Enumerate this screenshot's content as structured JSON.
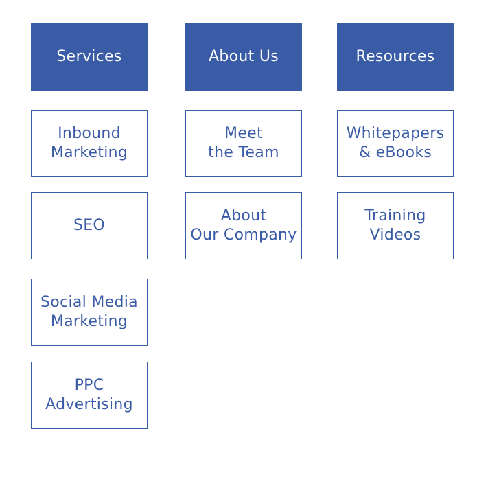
{
  "colors": {
    "header_bg": "#3a5ba5",
    "header_text": "#ffffff",
    "item_border": "#3a5ba5",
    "item_text": "#3a5ba5"
  },
  "columns": [
    {
      "header": "Services",
      "items": [
        "Inbound\nMarketing",
        "SEO",
        "Social Media\nMarketing",
        "PPC\nAdvertising"
      ]
    },
    {
      "header": "About Us",
      "items": [
        "Meet\nthe Team",
        "About\nOur Company"
      ]
    },
    {
      "header": "Resources",
      "items": [
        "Whitepapers\n& eBooks",
        "Training\nVideos"
      ]
    }
  ]
}
